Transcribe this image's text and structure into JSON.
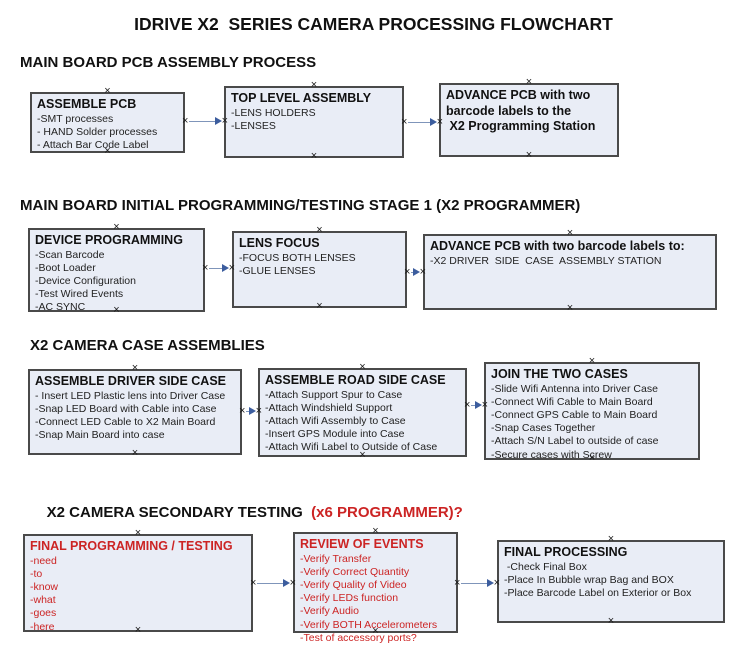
{
  "title": "IDRIVE X2  SERIES CAMERA PROCESSING FLOWCHART",
  "colors": {
    "box_fill": "#e9edf6",
    "box_border": "#4a4a4a",
    "arrow_line": "#7f95ba",
    "arrow_head": "#3c5d9e",
    "red_text": "#cc2424",
    "black_text": "#111111"
  },
  "icons": {
    "connection_handle": "×",
    "arrow_head": "right-triangle"
  },
  "sections": [
    {
      "header": "MAIN BOARD PCB ASSEMBLY PROCESS",
      "boxes": [
        {
          "title": "ASSEMBLE PCB",
          "lines": [
            "-SMT processes",
            "- HAND Solder processes",
            "- Attach Bar Code Label"
          ]
        },
        {
          "title": "TOP LEVEL ASSEMBLY",
          "lines": [
            "-LENS HOLDERS",
            "-LENSES"
          ]
        },
        {
          "title": "ADVANCE PCB with two\nbarcode labels to the\n X2 Programming Station",
          "lines": []
        }
      ]
    },
    {
      "header": "MAIN BOARD INITIAL PROGRAMMING/TESTING STAGE 1 (X2 PROGRAMMER)",
      "boxes": [
        {
          "title": "DEVICE PROGRAMMING",
          "lines": [
            "-Scan Barcode",
            "-Boot Loader",
            "-Device Configuration",
            "-Test Wired Events",
            "-AC SYNC"
          ]
        },
        {
          "title": "LENS FOCUS",
          "lines": [
            "-FOCUS BOTH LENSES",
            "-GLUE LENSES"
          ]
        },
        {
          "title": "ADVANCE PCB with two barcode labels to:",
          "lines": [
            "-X2 DRIVER  SIDE  CASE  ASSEMBLY STATION"
          ]
        }
      ]
    },
    {
      "header": "X2 CAMERA CASE ASSEMBLIES",
      "boxes": [
        {
          "title": "ASSEMBLE DRIVER SIDE CASE",
          "lines": [
            "- Insert LED Plastic lens into Driver Case",
            "-Snap LED Board with Cable into Case",
            "-Connect LED Cable to X2 Main Board",
            "-Snap Main Board into case"
          ]
        },
        {
          "title": "ASSEMBLE ROAD SIDE CASE",
          "lines": [
            "-Attach Support Spur to Case",
            "-Attach Windshield Support",
            "-Attach Wifi Assembly to Case",
            "-Insert GPS Module into Case",
            "-Attach Wifi Label to Outside of Case"
          ]
        },
        {
          "title": "JOIN THE TWO CASES",
          "lines": [
            "-Slide Wifi Antenna into Driver Case",
            "-Connect Wifi Cable to Main Board",
            "-Connect GPS Cable to Main Board",
            "-Snap Cases Together",
            "-Attach S/N Label to outside of case",
            "-Secure cases with Screw"
          ]
        }
      ]
    },
    {
      "header_black": "X2 CAMERA SECONDARY TESTING",
      "header_red": "  (x6 PROGRAMMER)?",
      "boxes": [
        {
          "title": "FINAL PROGRAMMING / TESTING",
          "lines": [
            "-need",
            "-to",
            "-know",
            "-what",
            "-goes",
            "-here"
          ]
        },
        {
          "title": "REVIEW OF EVENTS",
          "lines": [
            "-Verify Transfer",
            "-Verify Correct Quantity",
            "-Verify Quality of Video",
            "-Verify LEDs function",
            "-Verify Audio",
            "-Verify BOTH Accelerometers",
            "-Test of accessory ports?"
          ]
        },
        {
          "title": "FINAL PROCESSING",
          "lines": [
            " -Check Final Box",
            "-Place In Bubble wrap Bag and BOX",
            "-Place Barcode Label on Exterior or Box"
          ]
        }
      ]
    }
  ]
}
